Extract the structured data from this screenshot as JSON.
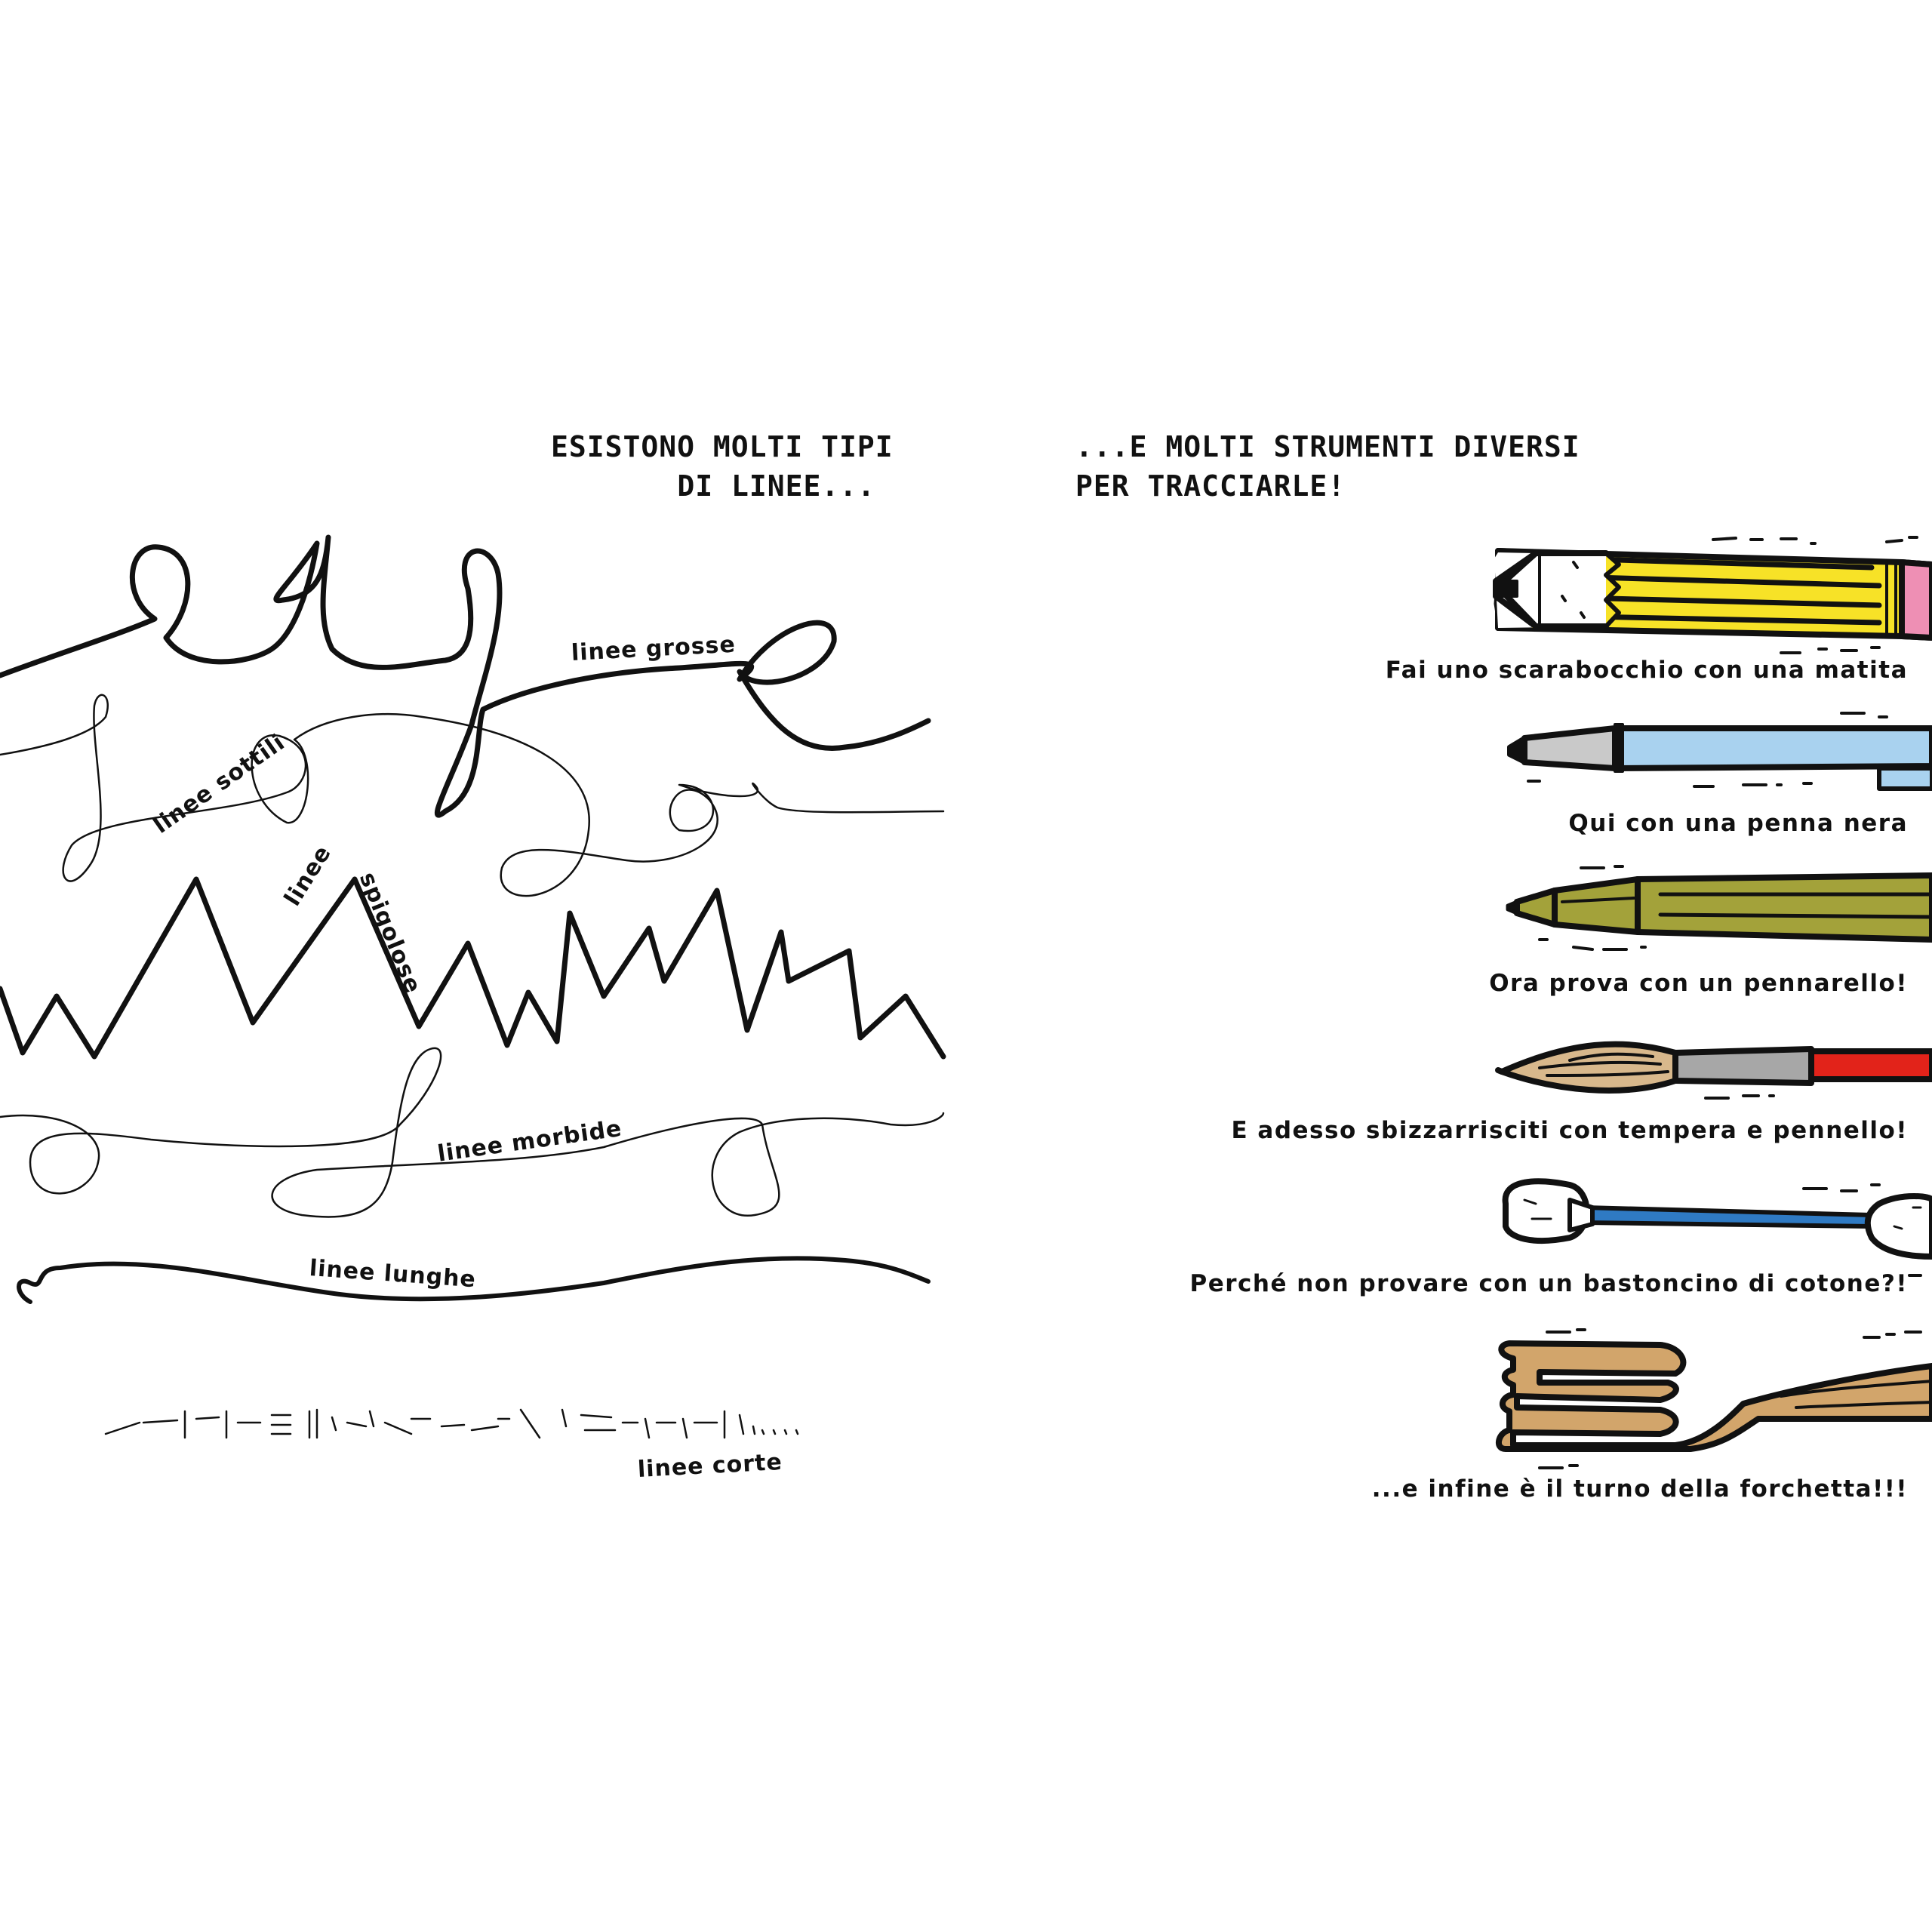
{
  "left_page": {
    "heading_line1": "ESISTONO MOLTI TIPI",
    "heading_line2": "DI LINEE...",
    "labels": {
      "grosse": "linee grosse",
      "sottili": "linee sottili",
      "spigolose_a": "linee",
      "spigolose_b": "spigolose",
      "morbide": "linee morbide",
      "lunghe": "linee lunghe",
      "corte": "linee corte"
    }
  },
  "right_page": {
    "heading_line1": "...E MOLTI STRUMENTI DIVERSI",
    "heading_line2": "PER TRACCIARLE!",
    "captions": {
      "matita": "Fai uno scarabocchio con una matita",
      "penna": "Qui con una penna nera",
      "pennarello": "Ora prova con un pennarello!",
      "pennello": "E adesso sbizzarrisciti con tempera e pennello!",
      "cotone": "Perché non provare con un bastoncino di cotone?!",
      "forchetta": "...e infine è il turno della forchetta!!!"
    }
  },
  "colors": {
    "pencil_yellow": "#f7e227",
    "pencil_pink": "#ee8fb4",
    "pen_blue": "#a9d2ef",
    "pen_grey": "#c9c9c9",
    "marker_olive": "#a3a23a",
    "brush_red": "#e2231a",
    "brush_tan": "#d8b88c",
    "swab_blue": "#2f7ac3",
    "fork_tan": "#d2a56b"
  }
}
